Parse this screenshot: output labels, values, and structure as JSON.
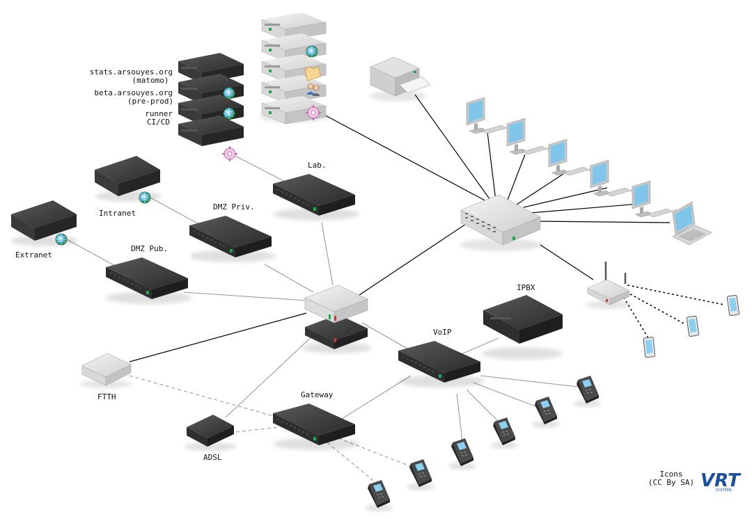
{
  "labels": {
    "stats_host": "stats.arsouyes.org",
    "stats_sub": "(matomo)",
    "beta_host": "beta.arsouyes.org",
    "beta_sub": "(pre-prod)",
    "runner": "runner",
    "runner_sub": "CI/CD",
    "intranet": "Intranet",
    "extranet": "Extranet",
    "dmz_priv": "DMZ Priv.",
    "dmz_pub": "DMZ Pub.",
    "lab": "Lab.",
    "ipbx": "IPBX",
    "voip": "VoIP",
    "gateway": "Gateway",
    "ftth": "FTTH",
    "adsl": "ADSL"
  },
  "credits": {
    "icons_line1": "Icons",
    "icons_line2": "(CC By SA)",
    "logo_text": "VRT",
    "logo_sub": "SYSTEMS"
  },
  "colors": {
    "device_dark": "#3a3a3a",
    "device_light": "#e4e4e4",
    "screen_blue": "#7fc6ea",
    "led_green": "#1fa84a",
    "logo_blue": "#1d4fa0"
  }
}
